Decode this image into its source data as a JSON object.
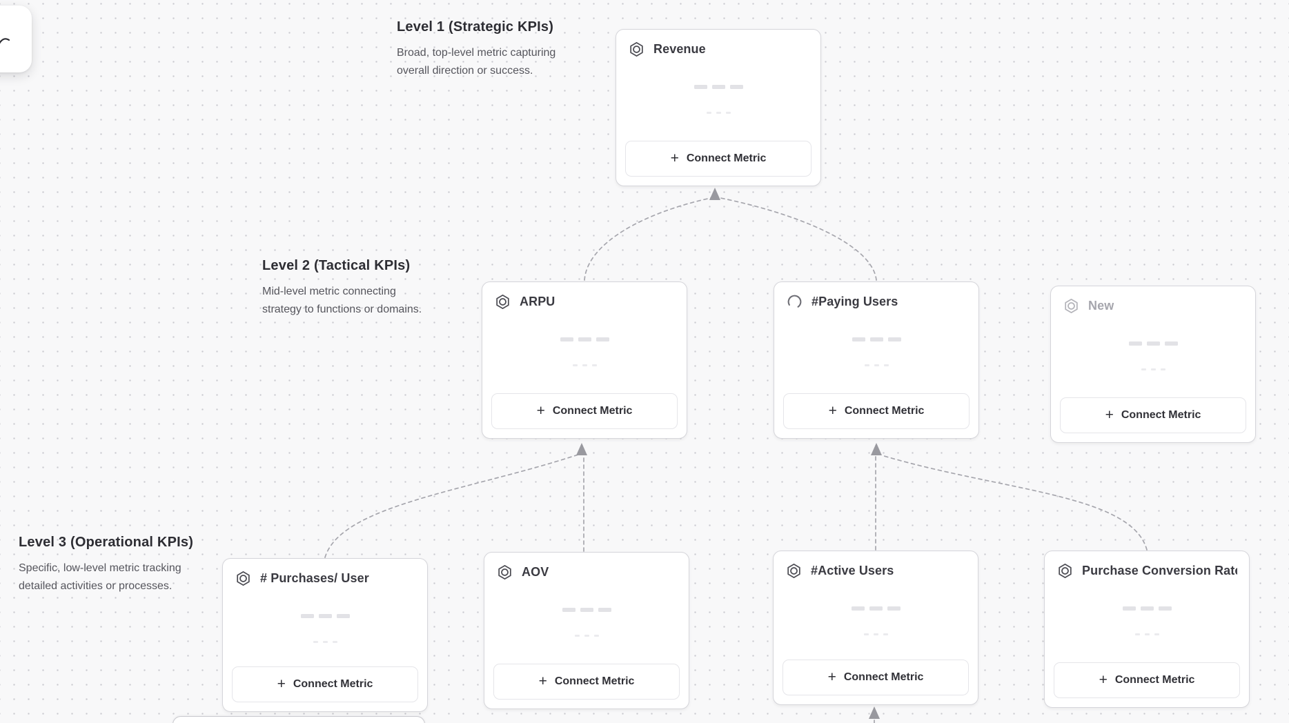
{
  "ui": {
    "connect_metric": "Connect Metric",
    "plus": "+"
  },
  "levels": [
    {
      "title": "Level 1 (Strategic KPIs)",
      "description": "Broad, top-level metric capturing overall direction or success."
    },
    {
      "title": "Level 2 (Tactical KPIs)",
      "description": "Mid-level metric connecting strategy to functions or domains."
    },
    {
      "title": "Level 3 (Operational KPIs)",
      "description": "Specific, low-level metric tracking detailed activities or processes."
    }
  ],
  "nodes": {
    "revenue": {
      "title": "Revenue",
      "icon": "hexagon-metric-icon",
      "level": 1
    },
    "arpu": {
      "title": "ARPU",
      "icon": "hexagon-metric-icon",
      "level": 2
    },
    "paying_users": {
      "title": "#Paying Users",
      "icon": "loading-spinner-icon",
      "level": 2
    },
    "new_metric": {
      "title": "New",
      "icon": "hexagon-metric-icon",
      "level": 2,
      "state": "placeholder"
    },
    "purchases_user": {
      "title": "# Purchases/ User",
      "icon": "hexagon-metric-icon",
      "level": 3
    },
    "aov": {
      "title": "AOV",
      "icon": "hexagon-metric-icon",
      "level": 3
    },
    "active_users": {
      "title": "#Active Users",
      "icon": "hexagon-metric-icon",
      "level": 3
    },
    "pcr": {
      "title": "Purchase Conversion Rate",
      "icon": "hexagon-metric-icon",
      "level": 3
    }
  },
  "edges": [
    {
      "from": "ARPU",
      "to": "Revenue"
    },
    {
      "from": "#Paying Users",
      "to": "Revenue"
    },
    {
      "from": "# Purchases/ User",
      "to": "ARPU"
    },
    {
      "from": "AOV",
      "to": "ARPU"
    },
    {
      "from": "#Active Users",
      "to": "#Paying Users"
    },
    {
      "from": "Purchase Conversion Rate",
      "to": "#Paying Users"
    },
    {
      "from": "(offscreen)",
      "to": "#Active Users"
    }
  ],
  "colors": {
    "canvas_bg": "#f8f8f9",
    "dot": "#c9c9cf",
    "card_border": "#d5d5da",
    "connector": "#a6a6ad",
    "arrowhead": "#99999f",
    "title_text": "#3a3a41",
    "muted_title_text": "#a6a6ad"
  }
}
